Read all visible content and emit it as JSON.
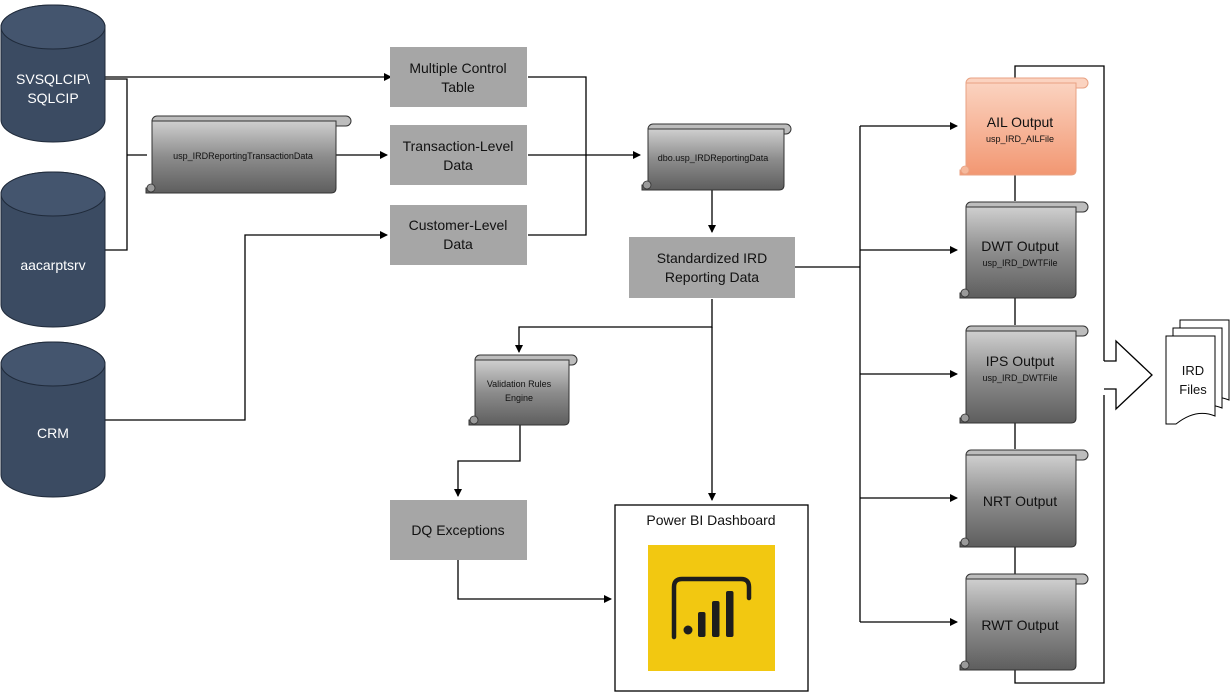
{
  "databases": {
    "svsqlcip": {
      "line1": "SVSQLCIP\\",
      "line2": "SQLCIP"
    },
    "aacarptsrv": {
      "label": "aacarptsrv"
    },
    "crm": {
      "label": "CRM"
    }
  },
  "procedures": {
    "transaction_data": "usp_IRDReportingTransactionData",
    "reporting_data": "dbo.usp_IRDReportingData",
    "validation": {
      "line1": "Validation Rules",
      "line2": "Engine"
    }
  },
  "tables": {
    "control": {
      "line1": "Multiple Control",
      "line2": "Table"
    },
    "transaction": {
      "line1": "Transaction-Level",
      "line2": "Data"
    },
    "customer": {
      "line1": "Customer-Level",
      "line2": "Data"
    }
  },
  "standardized": {
    "line1": "Standardized IRD",
    "line2": "Reporting Data"
  },
  "dq_exceptions": "DQ Exceptions",
  "dashboard": {
    "title": "Power BI Dashboard",
    "icon": "power-bi-logo-icon"
  },
  "outputs": [
    {
      "title": "AIL Output",
      "proc": "usp_IRD_AILFile"
    },
    {
      "title": "DWT Output",
      "proc": "usp_IRD_DWTFile"
    },
    {
      "title": "IPS Output",
      "proc": "usp_IRD_DWTFile"
    },
    {
      "title": "NRT Output",
      "proc": ""
    },
    {
      "title": "RWT Output",
      "proc": ""
    }
  ],
  "ird_files": {
    "line1": "IRD",
    "line2": "Files"
  },
  "colors": {
    "db_fill": "#3b4b62",
    "box_fill": "#a6a6a6",
    "scroll_fill": "#7f7f7f",
    "highlight": "#f4a582",
    "powerbi_yellow": "#f2c811"
  }
}
